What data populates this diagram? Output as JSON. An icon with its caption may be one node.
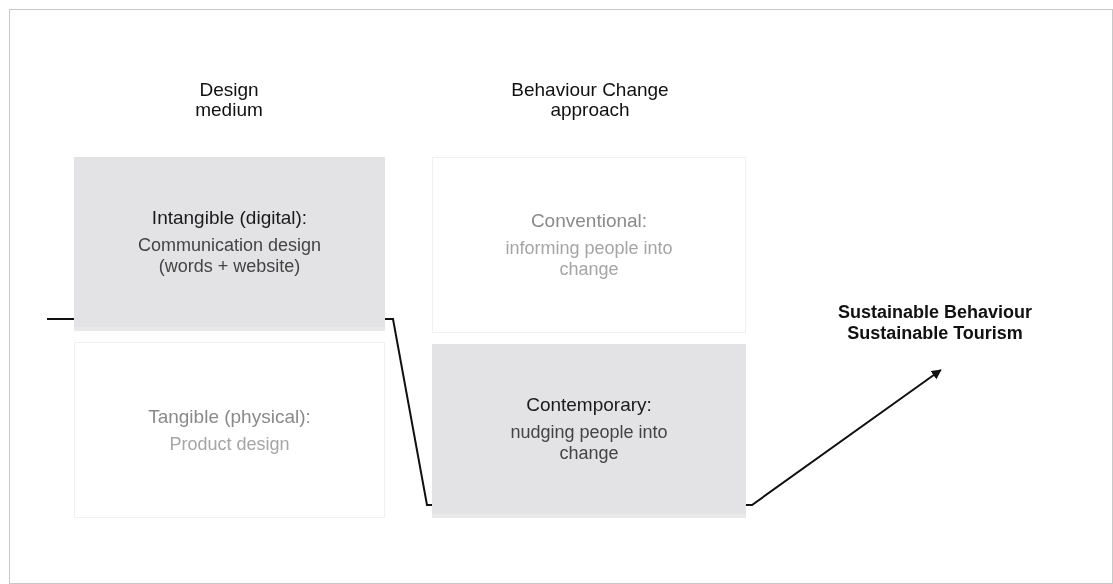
{
  "diagram": {
    "nodes": [
      {
        "text": [
          "Intangible (digital):",
          "Communication design (words + website)"
        ]
      },
      {
        "text": [
          "Tangible (physical):",
          "Product design"
        ]
      },
      {
        "text": [
          "Conventional:",
          "informing people into change"
        ]
      },
      {
        "text": [
          "Contemporary:",
          "nudging people into change"
        ]
      },
      {
        "text": [
          "Sustainable Behaviour Sustainable Tourism"
        ]
      }
    ],
    "edges": [
      {
        "from": null,
        "to": 4,
        "arrow": "to"
      }
    ],
    "labels": [
      "Design medium",
      "Behaviour Change approach"
    ]
  }
}
